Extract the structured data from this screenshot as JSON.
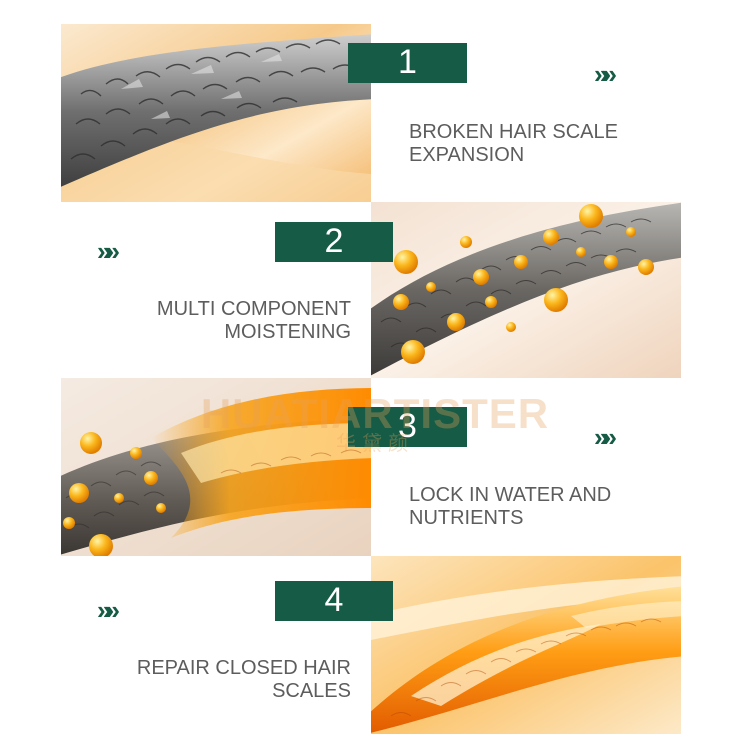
{
  "steps": [
    {
      "number": "1",
      "caption_line1": "BROKEN HAIR SCALE",
      "caption_line2": "EXPANSION"
    },
    {
      "number": "2",
      "caption_line1": "MULTI COMPONENT",
      "caption_line2": "MOISTENING"
    },
    {
      "number": "3",
      "caption_line1": "LOCK IN WATER AND",
      "caption_line2": "NUTRIENTS"
    },
    {
      "number": "4",
      "caption_line1": "REPAIR CLOSED HAIR",
      "caption_line2": "SCALES"
    }
  ],
  "arrow_glyph": "»»",
  "watermark": {
    "brand": "HUATIARTISTER",
    "sub": "华黛颜"
  },
  "colors": {
    "badge_green": "#155b45",
    "caption_gray": "#5d5d5d",
    "glow_orange": "#f5a623"
  }
}
